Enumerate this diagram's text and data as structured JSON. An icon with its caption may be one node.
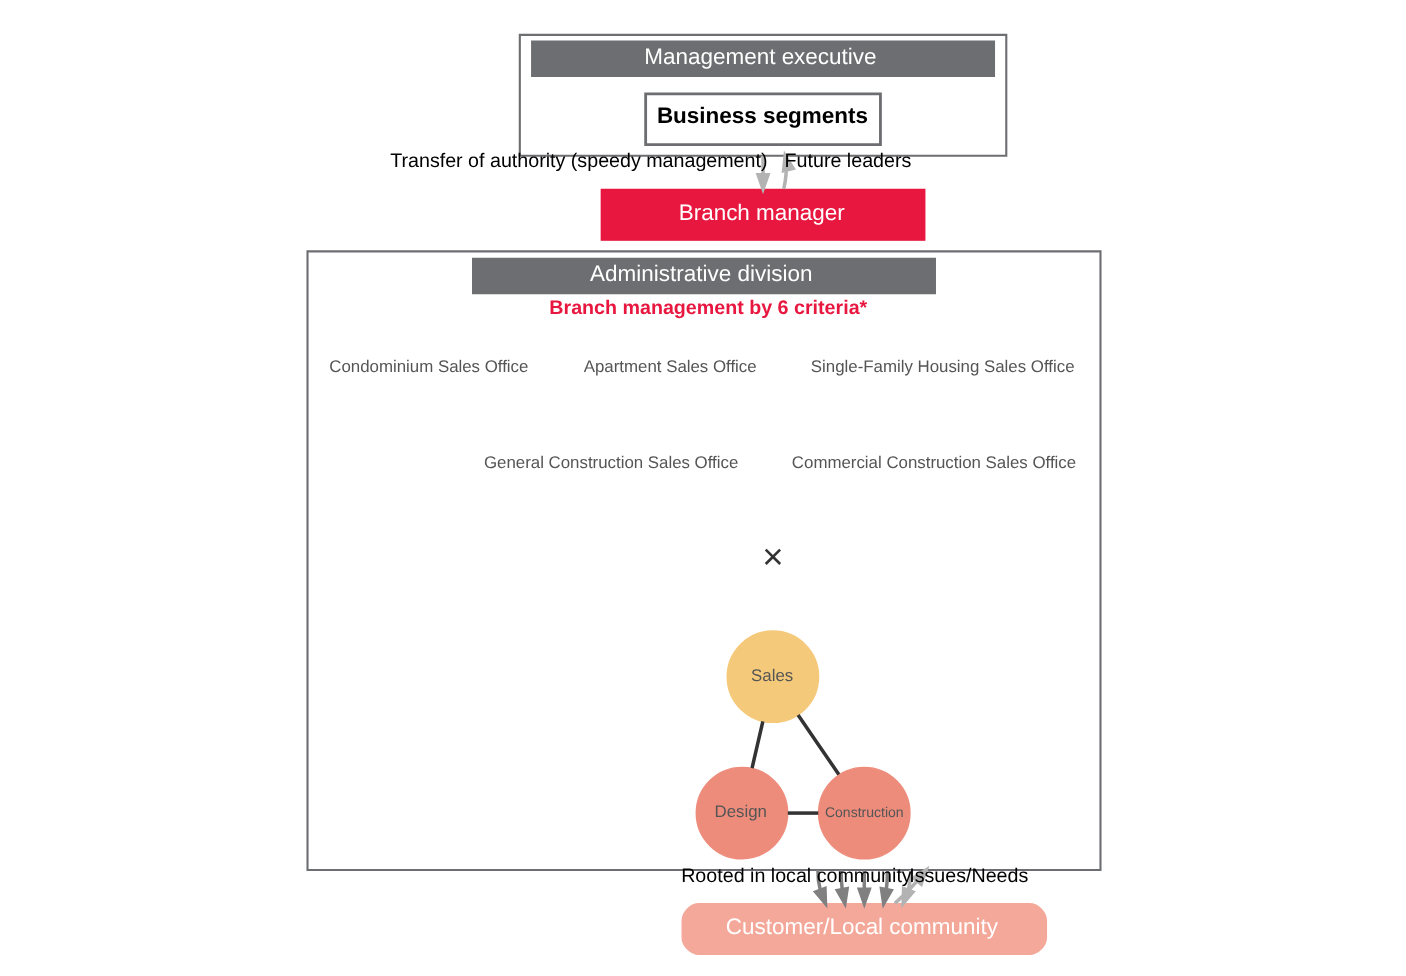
{
  "diagram": {
    "nodes": [
      {
        "text": [
          "Management executive"
        ]
      },
      {
        "text": [
          "Business segments"
        ],
        "in": 0
      },
      {
        "text": [
          "Branch manager"
        ]
      },
      {
        "text": [
          "Administrative division",
          "Branch management by 6 criteria*"
        ]
      },
      {
        "text": [
          "Single-Family Housing Sales Office"
        ],
        "in": 3
      },
      {
        "text": [
          "Apartment Sales Office"
        ],
        "in": 3
      },
      {
        "text": [
          "Condominium Sales Office"
        ],
        "in": 3
      },
      {
        "text": [
          "Commercial Construction Sales Office"
        ],
        "in": 3
      },
      {
        "text": [
          "General Construction Sales Office"
        ],
        "in": 3
      },
      {
        "text": [
          "Sales"
        ],
        "in": 3
      },
      {
        "text": [
          "Design"
        ],
        "in": 3
      },
      {
        "text": [
          "Construction"
        ],
        "in": 3
      },
      {
        "text": [
          "Customer/Local community"
        ]
      }
    ],
    "edges": [
      {
        "from": 0,
        "to": 2,
        "arrow": "to",
        "label": "Transfer of authority (speedy management)"
      },
      {
        "from": 2,
        "to": 0,
        "arrow": "to",
        "label": "Future leaders"
      },
      {
        "from": 9,
        "to": 10,
        "arrow": "none",
        "color": "#333333"
      },
      {
        "from": 9,
        "to": 11,
        "arrow": "none",
        "color": "#333333"
      },
      {
        "from": 10,
        "to": 11,
        "arrow": "none",
        "color": "#333333"
      },
      {
        "from": 3,
        "to": 12,
        "arrow": "to",
        "color": "#808080"
      },
      {
        "from": 3,
        "to": 12,
        "arrow": "to",
        "color": "#808080"
      },
      {
        "from": 3,
        "to": 12,
        "arrow": "to",
        "color": "#808080"
      },
      {
        "from": 3,
        "to": 12,
        "arrow": "to",
        "color": "#808080"
      },
      {
        "from": 3,
        "to": 12,
        "arrow": "to",
        "label": "Rooted in local community"
      },
      {
        "from": 12,
        "to": 3,
        "arrow": "to",
        "label": "Issues/Needs"
      }
    ],
    "labels": [
      "×"
    ]
  }
}
